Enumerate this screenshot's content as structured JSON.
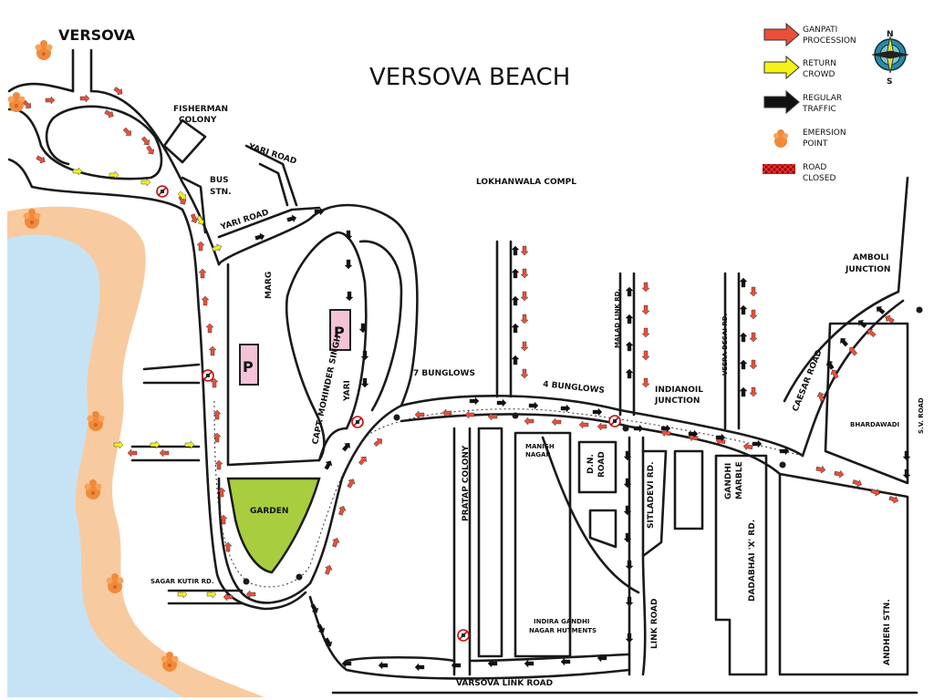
{
  "title": "VERSOVA BEACH",
  "place_labels": {
    "versova": "VERSOVA",
    "fisherman_colony_1": "FISHERMAN",
    "fisherman_colony_2": "COLONY",
    "bus_stn_1": "BUS",
    "bus_stn_2": "STN.",
    "lokhandwala": "LOKHANWALA COMPL",
    "amboli_1": "AMBOLI",
    "amboli_2": "JUNCTION",
    "seven_bunglows": "7 BUNGLOWS",
    "four_bunglows": "4 BUNGLOWS",
    "indianoil_1": "INDIANOIL",
    "indianoil_2": "JUNCTION",
    "garden": "GARDEN",
    "manish_1": "MANISH",
    "manish_2": "NAGAR",
    "indira_1": "INDIRA GANDHI",
    "indira_2": "NAGAR HUTMENTS",
    "bhardawadi": "BHARDAWADI",
    "andheri_stn": "ANDHERI STN.",
    "parking": "P"
  },
  "road_labels": {
    "yari_road_top": "YARI ROAD",
    "yari_road_mid": "YARI ROAD",
    "marg": "MARG",
    "capt_mohinder": "CAPT. MOHINDER SINGH",
    "yari": "YARI",
    "sagar_kutir": "SAGAR KUTIR RD.",
    "pratap_colony": "PRATAP COLONY",
    "dn_road_1": "D.N.",
    "dn_road_2": "ROAD",
    "sitladevi": "SITLADEVI RD.",
    "malad_link": "MALAD LINK RD.",
    "veera_desai": "VEERA DESAI RD.",
    "caesar": "CAESAR ROAD",
    "sv_road": "S.V. ROAD",
    "gandhi_marble_1": "GANDHI",
    "gandhi_marble_2": "MARBLE",
    "dadabhai": "DADABHAI 'X' RD.",
    "link_road": "LINK ROAD",
    "varsova_link": "VARSOVA LINK ROAD"
  },
  "legend": {
    "items": [
      {
        "line1": "GANPATI",
        "line2": "PROCESSION",
        "symbol": "red-arrow-icon",
        "color": "#e8503a"
      },
      {
        "line1": "RETURN",
        "line2": "CROWD",
        "symbol": "yellow-arrow-icon",
        "color": "#f5f218"
      },
      {
        "line1": "REGULAR",
        "line2": "TRAFFIC",
        "symbol": "black-arrow-icon",
        "color": "#111111"
      },
      {
        "line1": "EMERSION",
        "line2": "POINT",
        "symbol": "ganesha-icon",
        "color": "#f08a3a"
      },
      {
        "line1": "ROAD",
        "line2": "CLOSED",
        "symbol": "road-closed-icon",
        "color": "#d01010"
      }
    ]
  },
  "compass": {
    "north": "N",
    "south": "S"
  },
  "colors": {
    "sea": "#c5e3f5",
    "beach": "#f8caa0",
    "garden": "#a8cd3f",
    "parking": "#f4c3d8",
    "procession": "#e8503a",
    "return": "#f5f218",
    "traffic": "#111111"
  }
}
